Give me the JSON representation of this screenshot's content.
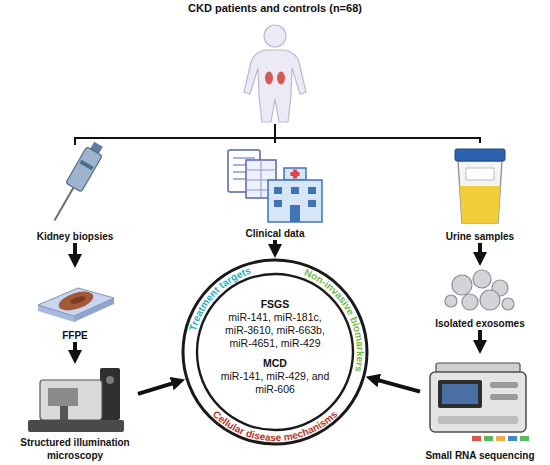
{
  "diagram": {
    "nodes": [
      {
        "text": [
          "CKD patients and controls (n=68)"
        ]
      },
      {
        "text": [
          "Kidney biopsies"
        ]
      },
      {
        "text": [
          "FFPE"
        ]
      },
      {
        "text": [
          "Structured illumination microscopy"
        ]
      },
      {
        "text": [
          "Clinical data"
        ]
      },
      {
        "text": [
          "Treatment targets",
          "Non-invasive biomarkers",
          "FSGS",
          "miR-141, miR-181c, miR-3610, miR-663b, miR-4651, miR-429",
          "MCD",
          "miR-141, miR-429, and miR-606",
          "Cellular disease mechanisms"
        ]
      },
      {
        "text": [
          "Urine samples"
        ]
      },
      {
        "text": [
          "Isolated exosomes"
        ]
      },
      {
        "text": [
          "Small RNA sequencing"
        ]
      }
    ],
    "edges": [
      {
        "from": 0,
        "to": 1,
        "arrow": "none"
      },
      {
        "from": 0,
        "to": 4,
        "arrow": "none"
      },
      {
        "from": 0,
        "to": 6,
        "arrow": "none"
      },
      {
        "from": 1,
        "to": 2,
        "arrow": "to"
      },
      {
        "from": 2,
        "to": 3,
        "arrow": "to"
      },
      {
        "from": 3,
        "to": 5,
        "arrow": "to"
      },
      {
        "from": 4,
        "to": 5,
        "arrow": "to"
      },
      {
        "from": 6,
        "to": 7,
        "arrow": "to"
      },
      {
        "from": 7,
        "to": 8,
        "arrow": "to"
      },
      {
        "from": 8,
        "to": 5,
        "arrow": "to"
      }
    ]
  }
}
